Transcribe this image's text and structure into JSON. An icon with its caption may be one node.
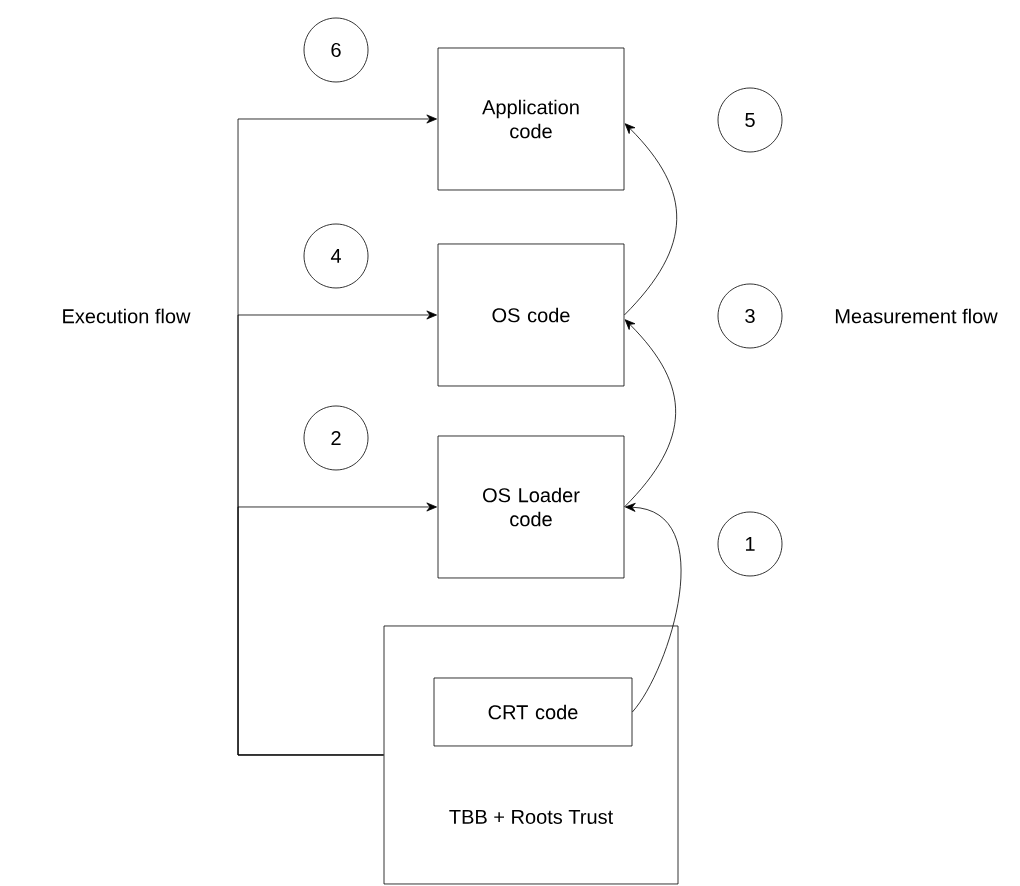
{
  "diagram": {
    "nodes": [
      {
        "text": [
          "6"
        ]
      },
      {
        "text": [
          "Application code"
        ]
      },
      {
        "text": [
          "5"
        ]
      },
      {
        "text": [
          "4"
        ]
      },
      {
        "text": [
          "OS code"
        ]
      },
      {
        "text": [
          "3"
        ]
      },
      {
        "text": [
          "2"
        ]
      },
      {
        "text": [
          "OS Loader code"
        ]
      },
      {
        "text": [
          "1"
        ]
      },
      {
        "text": [
          "TBB + Roots Trust"
        ]
      },
      {
        "text": [
          "CRT code"
        ],
        "in": 9
      }
    ],
    "edges": [
      {
        "from": 9,
        "to": 1,
        "arrow": "to"
      },
      {
        "from": 9,
        "to": 4,
        "arrow": "to"
      },
      {
        "from": 9,
        "to": 7,
        "arrow": "to"
      },
      {
        "from": 10,
        "to": 7,
        "arrow": "to"
      },
      {
        "from": 7,
        "to": 4,
        "arrow": "to"
      },
      {
        "from": 4,
        "to": 1,
        "arrow": "to"
      }
    ],
    "labels": [
      "Execution flow",
      "Measurement flow"
    ]
  }
}
